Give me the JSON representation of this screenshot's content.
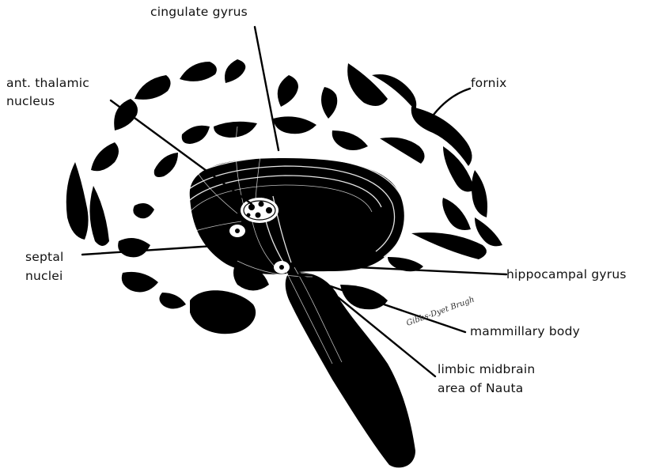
{
  "labels": {
    "cingulate_gyrus": "cingulate gyrus",
    "ant_thalamic_line1": "ant. thalamic",
    "ant_thalamic_line2": "nucleus",
    "fornix": "fornix",
    "septal_line1": "septal",
    "septal_line2": "nuclei",
    "hippocampal_gyrus": "hippocampal gyrus",
    "mammillary_body": "mammillary body",
    "limbic_line1": "limbic midbrain",
    "limbic_line2": "area of Nauta"
  },
  "signature": "Gibbs-Dyet Brugh",
  "colors": {
    "ink": "#000000",
    "paper": "#ffffff"
  }
}
